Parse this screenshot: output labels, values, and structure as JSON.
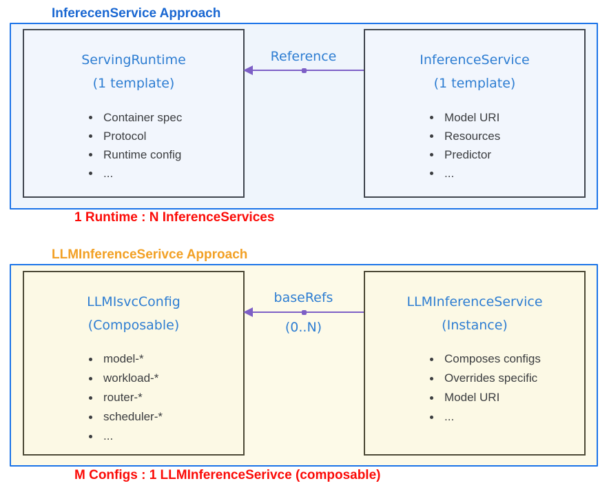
{
  "colors": {
    "outer_border_blue": "#1a73e8",
    "section1_title_blue": "#1967d2",
    "box_title_blue": "#2d7dd2",
    "section2_title_orange": "#f2a024",
    "caption_red": "#fb0b07",
    "arrow_purple": "#7d5fc6",
    "section1_bg": "#eff5fc",
    "section2_bg": "#fdfae8"
  },
  "section1": {
    "title": "InferecenService Approach",
    "left_box": {
      "title": "ServingRuntime",
      "subtitle": "(1 template)",
      "items": [
        "Container spec",
        "Protocol",
        "Runtime config",
        "..."
      ]
    },
    "right_box": {
      "title": "InferenceService",
      "subtitle": "(1 template)",
      "items": [
        "Model URI",
        "Resources",
        "Predictor",
        "..."
      ]
    },
    "arrow": {
      "label": "Reference"
    },
    "caption": "1 Runtime : N InferenceServices"
  },
  "section2": {
    "title": "LLMInferenceSerivce Approach",
    "left_box": {
      "title": "LLMIsvcConfig",
      "subtitle": "(Composable)",
      "items": [
        "model-*",
        "workload-*",
        "router-*",
        "scheduler-*",
        "..."
      ]
    },
    "right_box": {
      "title": "LLMInferenceService",
      "subtitle": "(Instance)",
      "items": [
        "Composes configs",
        "Overrides specific",
        "Model URI",
        "..."
      ]
    },
    "arrow": {
      "label": "baseRefs",
      "sublabel": "(0..N)"
    },
    "caption": "M Configs : 1 LLMInferenceSerivce (composable)"
  }
}
